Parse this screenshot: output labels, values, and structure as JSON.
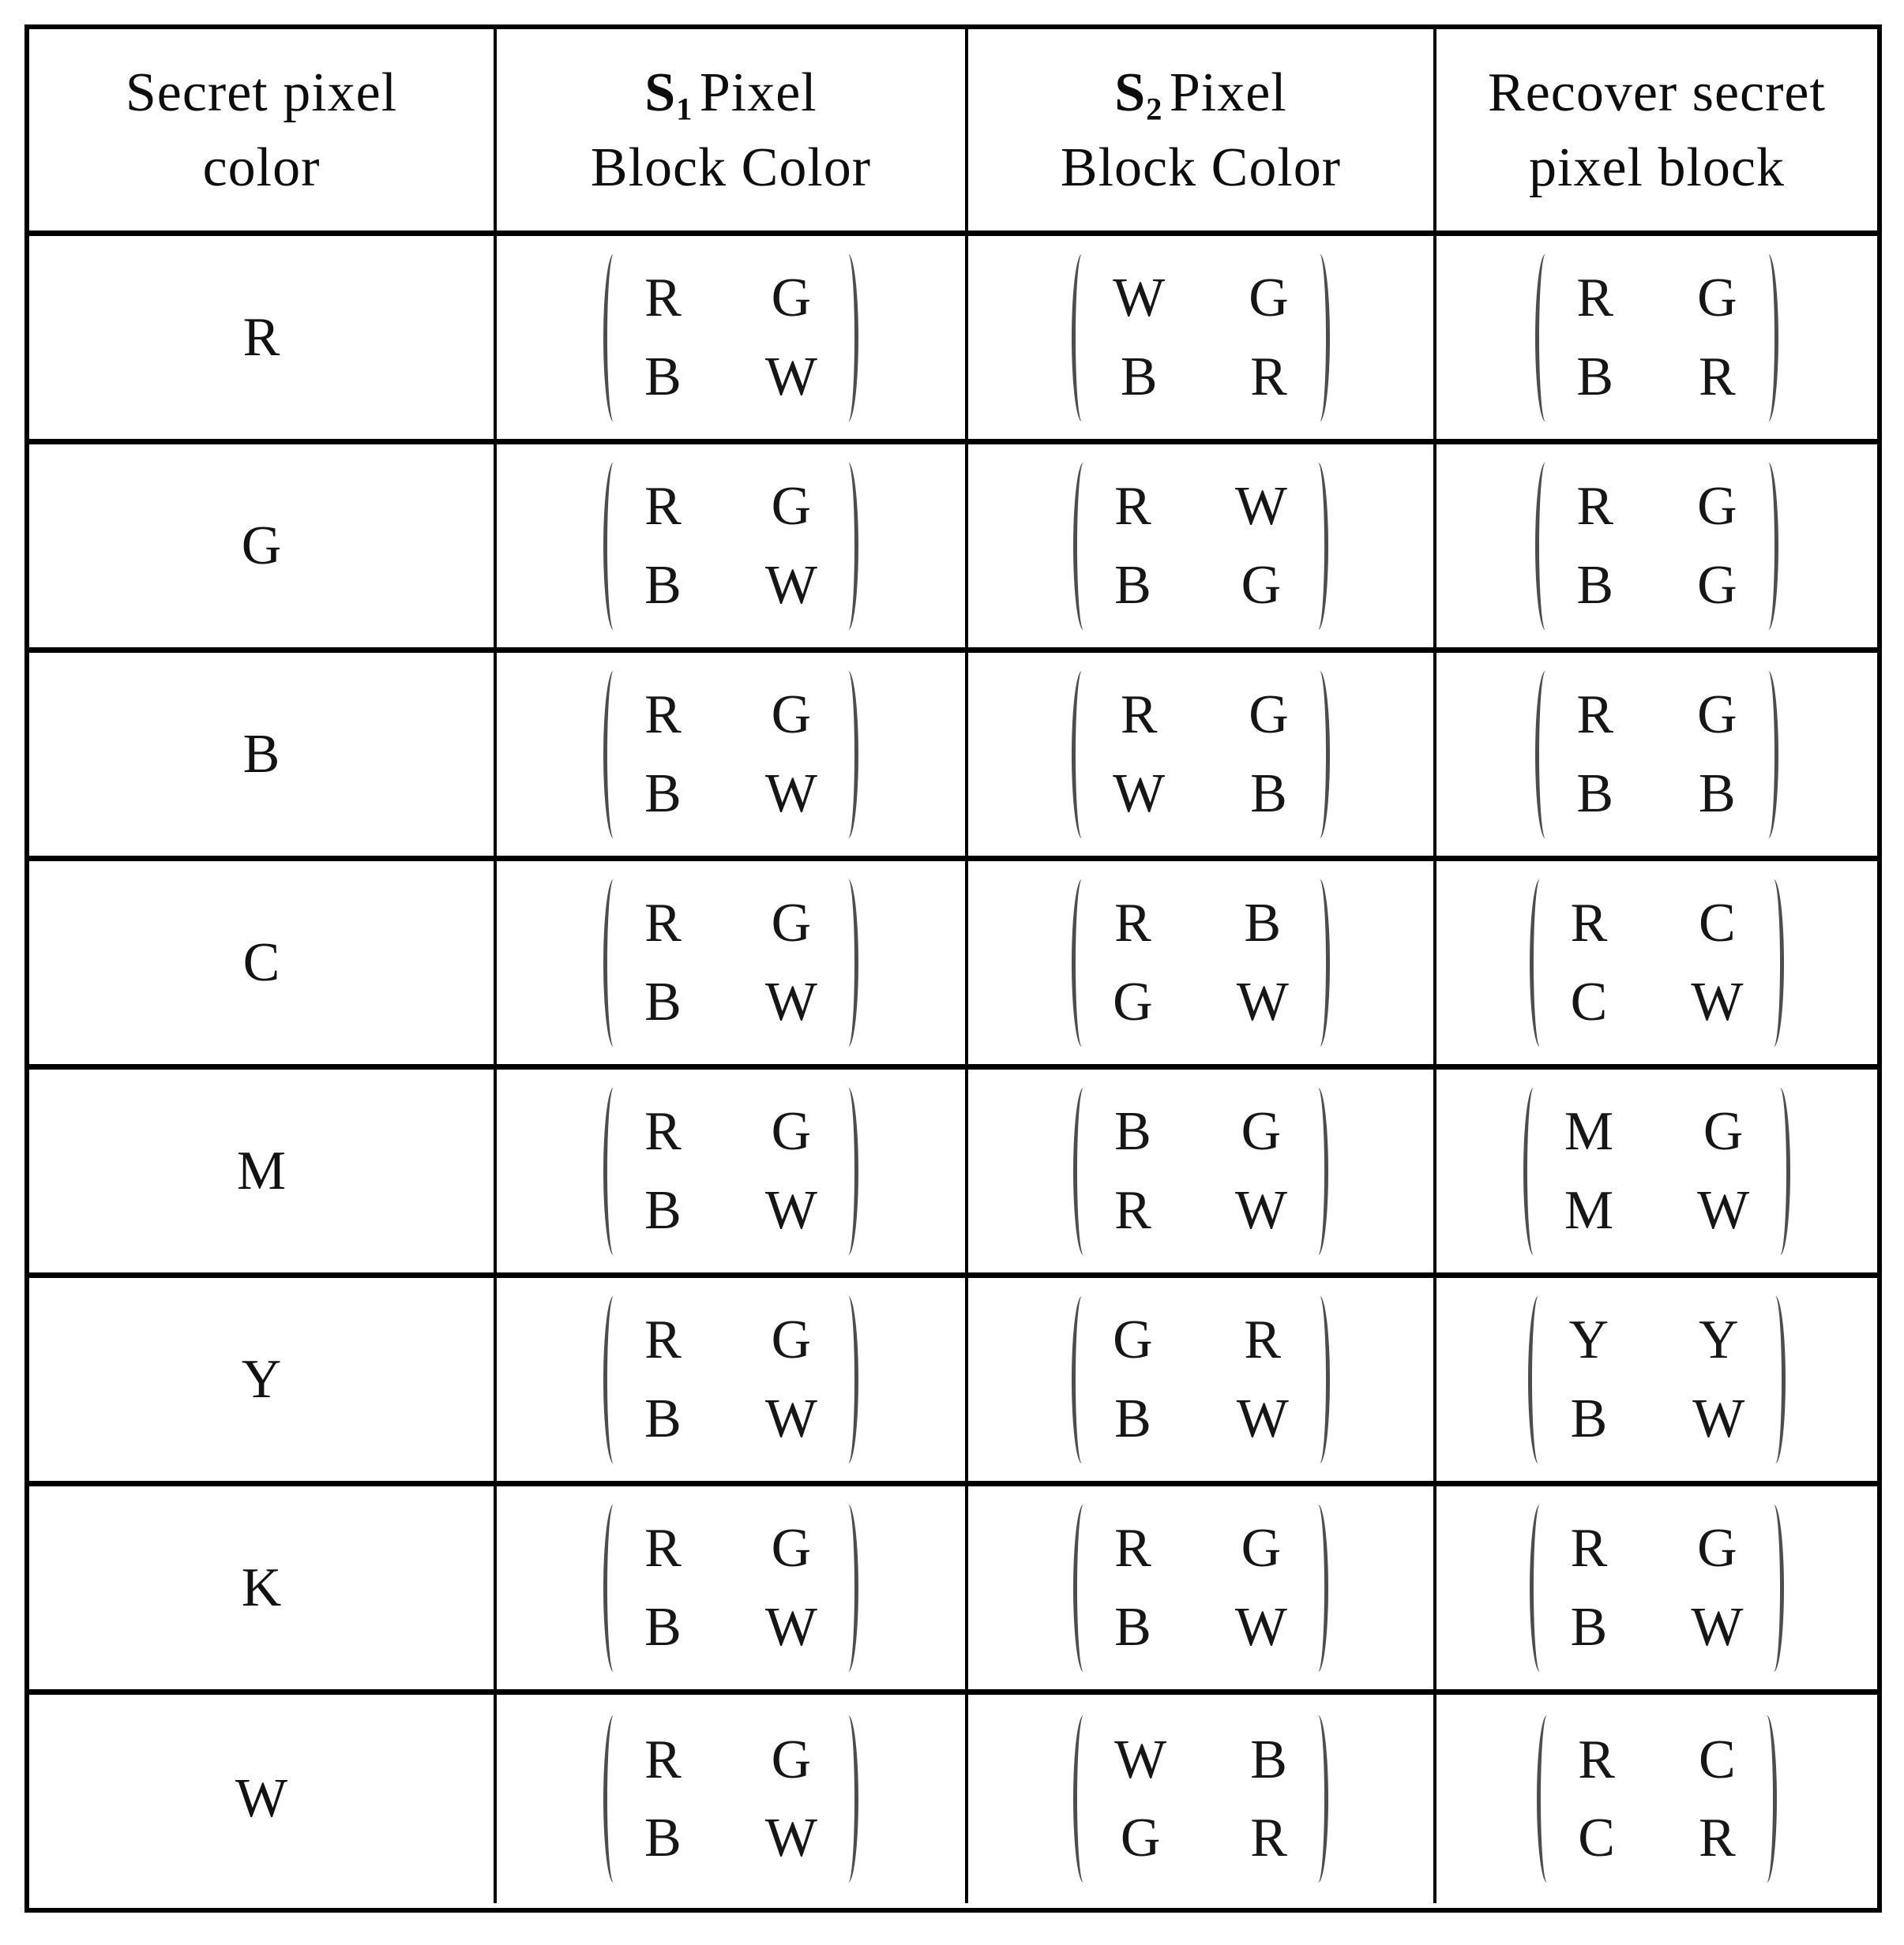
{
  "page": {
    "background": "#ffffff",
    "text_color": "#141414",
    "border_color": "#000000"
  },
  "table": {
    "headers": {
      "col1": {
        "line1": "Secret pixel",
        "line2": "color"
      },
      "col2": {
        "s": "S",
        "sub": "1",
        "rest": "Pixel",
        "line2": "Block Color"
      },
      "col3": {
        "s": "S",
        "sub": "2",
        "rest": "Pixel",
        "line2": "Block Color"
      },
      "col4": {
        "line1": "Recover secret",
        "line2": "pixel block"
      }
    },
    "rows": [
      {
        "label": "R",
        "s1": [
          "R",
          "G",
          "B",
          "W"
        ],
        "s2": [
          "W",
          "G",
          "B",
          "R"
        ],
        "recover": [
          "R",
          "G",
          "B",
          "R"
        ]
      },
      {
        "label": "G",
        "s1": [
          "R",
          "G",
          "B",
          "W"
        ],
        "s2": [
          "R",
          "W",
          "B",
          "G"
        ],
        "recover": [
          "R",
          "G",
          "B",
          "G"
        ]
      },
      {
        "label": "B",
        "s1": [
          "R",
          "G",
          "B",
          "W"
        ],
        "s2": [
          "R",
          "G",
          "W",
          "B"
        ],
        "recover": [
          "R",
          "G",
          "B",
          "B"
        ]
      },
      {
        "label": "C",
        "s1": [
          "R",
          "G",
          "B",
          "W"
        ],
        "s2": [
          "R",
          "B",
          "G",
          "W"
        ],
        "recover": [
          "R",
          "C",
          "C",
          "W"
        ]
      },
      {
        "label": "M",
        "s1": [
          "R",
          "G",
          "B",
          "W"
        ],
        "s2": [
          "B",
          "G",
          "R",
          "W"
        ],
        "recover": [
          "M",
          "G",
          "M",
          "W"
        ]
      },
      {
        "label": "Y",
        "s1": [
          "R",
          "G",
          "B",
          "W"
        ],
        "s2": [
          "G",
          "R",
          "B",
          "W"
        ],
        "recover": [
          "Y",
          "Y",
          "B",
          "W"
        ]
      },
      {
        "label": "K",
        "s1": [
          "R",
          "G",
          "B",
          "W"
        ],
        "s2": [
          "R",
          "G",
          "B",
          "W"
        ],
        "recover": [
          "R",
          "G",
          "B",
          "W"
        ]
      },
      {
        "label": "W",
        "s1": [
          "R",
          "G",
          "B",
          "W"
        ],
        "s2": [
          "W",
          "B",
          "G",
          "R"
        ],
        "recover": [
          "R",
          "C",
          "C",
          "R"
        ]
      }
    ]
  }
}
